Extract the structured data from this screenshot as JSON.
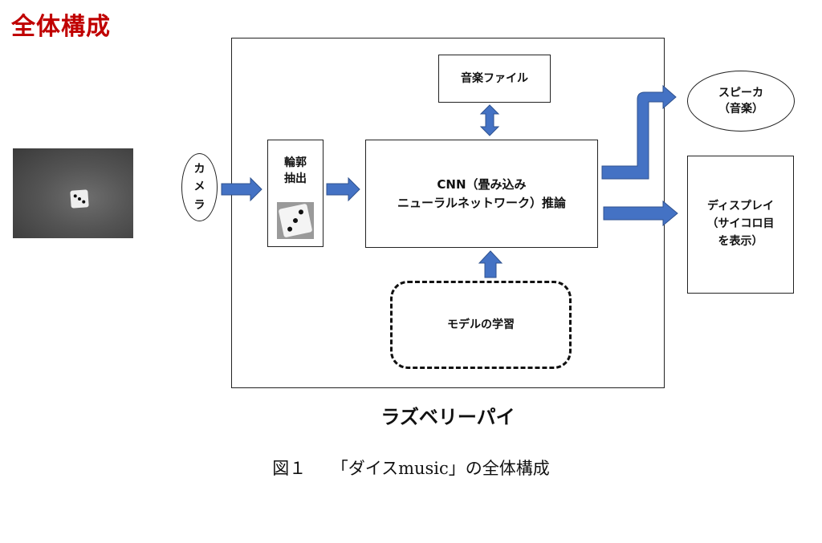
{
  "heading": "全体構成",
  "diagram": {
    "camera": [
      "カ",
      "メ",
      "ラ"
    ],
    "rinkaku": [
      "輪郭",
      "抽出"
    ],
    "cnn": [
      "CNN（畳み込み",
      "ニューラルネットワーク）推論"
    ],
    "music_file": "音楽ファイル",
    "training": "モデルの学習",
    "speaker": [
      "スピーカ",
      "（音楽）"
    ],
    "display": [
      "ディスプレイ",
      "（サイコロ目",
      "を表示）"
    ],
    "raspberry_pi": "ラズベリーパイ"
  },
  "caption": "図１　　「ダイスmusic」の全体構成",
  "colors": {
    "heading": "#c00000",
    "arrow_fill": "#4472c4",
    "arrow_stroke": "#2f528f"
  }
}
